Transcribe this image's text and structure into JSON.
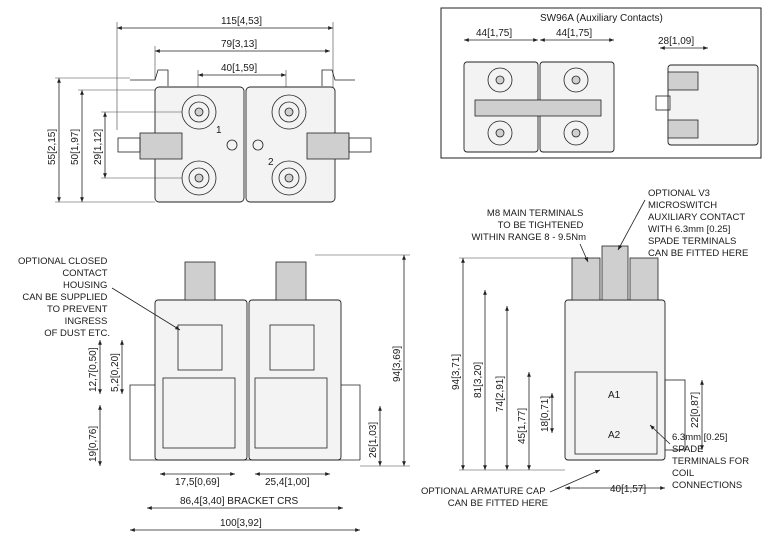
{
  "dims": {
    "top_115": "115",
    "top_115_in": "4,53",
    "top_79": "79",
    "top_79_in": "3,13",
    "top_40": "40",
    "top_40_in": "1,59",
    "left_55": "55",
    "left_55_in": "2,15",
    "left_50": "50",
    "left_50_in": "1,97",
    "left_29": "29",
    "left_29_in": "1,12",
    "aux_44a": "44",
    "aux_44a_in": "1,75",
    "aux_44b": "44",
    "aux_44b_in": "1,75",
    "aux_28": "28",
    "aux_28_in": "1,09",
    "front_94": "94",
    "front_94_in": "3,69",
    "front_127": "12,7",
    "front_127_in": "0,50",
    "front_52": "5,2",
    "front_52_in": "0,20",
    "front_19": "19",
    "front_19_in": "0,76",
    "front_26": "26",
    "front_26_in": "1,03",
    "front_175": "17,5",
    "front_175_in": "0,69",
    "front_254": "25,4",
    "front_254_in": "1,00",
    "front_864": "86,4",
    "front_864_in": "3,40",
    "bracket_label": "BRACKET CRS",
    "front_100": "100",
    "front_100_in": "3,92",
    "side_94": "94",
    "side_94_in": "3,71",
    "side_81": "81",
    "side_81_in": "3,20",
    "side_74": "74",
    "side_74_in": "2,91",
    "side_45": "45",
    "side_45_in": "1,77",
    "side_18": "18",
    "side_18_in": "0,71",
    "side_22": "22",
    "side_22_in": "0,87",
    "side_40": "40",
    "side_40_in": "1,57"
  },
  "labels": {
    "aux_title": "SW96A (Auxiliary Contacts)",
    "n1": "1",
    "n2": "2",
    "a1": "A1",
    "a2": "A2"
  },
  "notes": {
    "housing": [
      "OPTIONAL CLOSED",
      "CONTACT",
      "HOUSING",
      "CAN BE SUPPLIED",
      "TO PREVENT",
      "INGRESS",
      "OF DUST ETC."
    ],
    "m8": [
      "M8 MAIN TERMINALS",
      "TO BE TIGHTENED",
      "WITHIN RANGE 8 - 9.5Nm"
    ],
    "v3": [
      "OPTIONAL V3",
      "MICROSWITCH",
      "AUXILIARY CONTACT",
      "WITH 6.3mm [0.25]",
      "SPADE TERMINALS",
      "CAN BE FITTED HERE"
    ],
    "spade": [
      "6.3mm [0.25]",
      "SPADE",
      "TERMINALS FOR",
      "COIL",
      "CONNECTIONS"
    ],
    "armature": [
      "OPTIONAL ARMATURE CAP",
      "CAN BE FITTED HERE"
    ]
  },
  "colors": {
    "line": "#222222",
    "fill": "#f3f3f3"
  }
}
